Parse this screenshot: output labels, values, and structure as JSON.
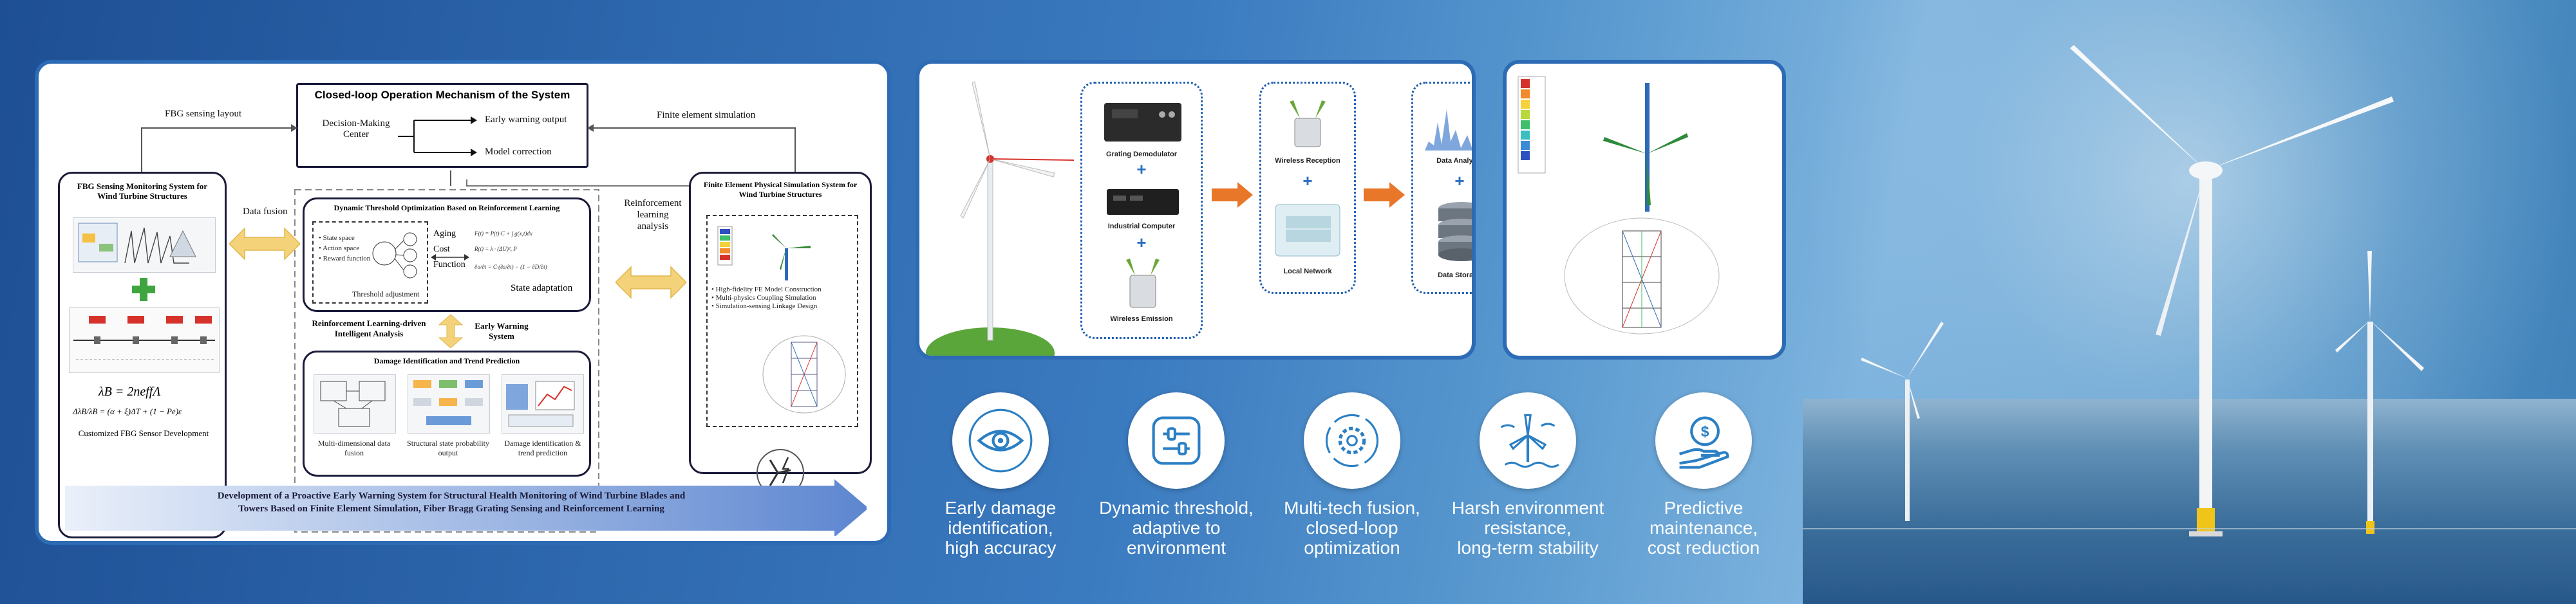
{
  "diagram": {
    "closed_loop_title": "Closed-loop Operation Mechanism of the System",
    "decision_center": "Decision-Making Center",
    "early_warning_output": "Early warning output",
    "model_correction": "Model correction",
    "fbg_sensing_layout": "FBG sensing layout",
    "finite_element_simulation": "Finite element simulation",
    "fbg_system_title": "FBG Sensing Monitoring System for Wind Turbine Structures",
    "fbg_formula_1": "λB = 2neffΛ",
    "fbg_formula_2": "ΔλB/λB = (α + ξ)ΔT + (1 − Pe)ε",
    "fbg_caption": "Customized FBG Sensor Development",
    "data_fusion": "Data fusion",
    "dto_title": "Dynamic Threshold Optimization Based on Reinforcement Learning",
    "rl_items": [
      "State space",
      "Action space",
      "Reward function"
    ],
    "threshold_adjustment": "Threshold adjustment",
    "aging_cost": "Aging Cost Function",
    "state_adaptation": "State adaptation",
    "rl_driven": "Reinforcement Learning-driven Intelligent Analysis",
    "early_warning_system": "Early Warning System",
    "damage_title": "Damage Identification and Trend Prediction",
    "damage_items": [
      "Multi-dimensional data fusion",
      "Structural state probability output",
      "Damage identification & trend prediction"
    ],
    "rl_analysis": "Reinforcement learning analysis",
    "fe_title": "Finite Element Physical Simulation System for Wind Turbine Structures",
    "fe_items": [
      "High-fidelity FE Model Construction",
      "Multi-physics Coupling Simulation",
      "Simulation-sensing Linkage Design"
    ],
    "banner_line1": "Development of a Proactive Early Warning System for Structural Health Monitoring of Wind Turbine Blades and",
    "banner_line2": "Towers Based on Finite Element Simulation, Fiber Bragg Grating Sensing and Reinforcement Learning"
  },
  "hardware": {
    "grating_demodulator": "Grating Demodulator",
    "industrial_computer": "Industrial Computer",
    "wireless_emission": "Wireless Emission",
    "wireless_reception": "Wireless Reception",
    "local_network": "Local Network",
    "data_analysis": "Data Analysis",
    "data_storage": "Data Storage"
  },
  "features": [
    {
      "icon": "eye-icon",
      "line1": "Early damage",
      "line2": "identification,",
      "line3": "high accuracy"
    },
    {
      "icon": "sliders-icon",
      "line1": "Dynamic threshold,",
      "line2": "adaptive to",
      "line3": "environment"
    },
    {
      "icon": "gear-cycle-icon",
      "line1": "Multi-tech fusion,",
      "line2": "closed-loop",
      "line3": "optimization"
    },
    {
      "icon": "wind-turbine-icon",
      "line1": "Harsh environment",
      "line2": "resistance,",
      "line3": "long-term stability"
    },
    {
      "icon": "money-hand-icon",
      "line1": "Predictive",
      "line2": "maintenance,",
      "line3": "cost reduction"
    }
  ],
  "colors": {
    "frame": "#2d6bb5",
    "gold_arrow": "#f3d27a",
    "orange_arrow": "#e8772a",
    "plus": "#3fa63f",
    "feature_icon": "#2b7fc4"
  }
}
